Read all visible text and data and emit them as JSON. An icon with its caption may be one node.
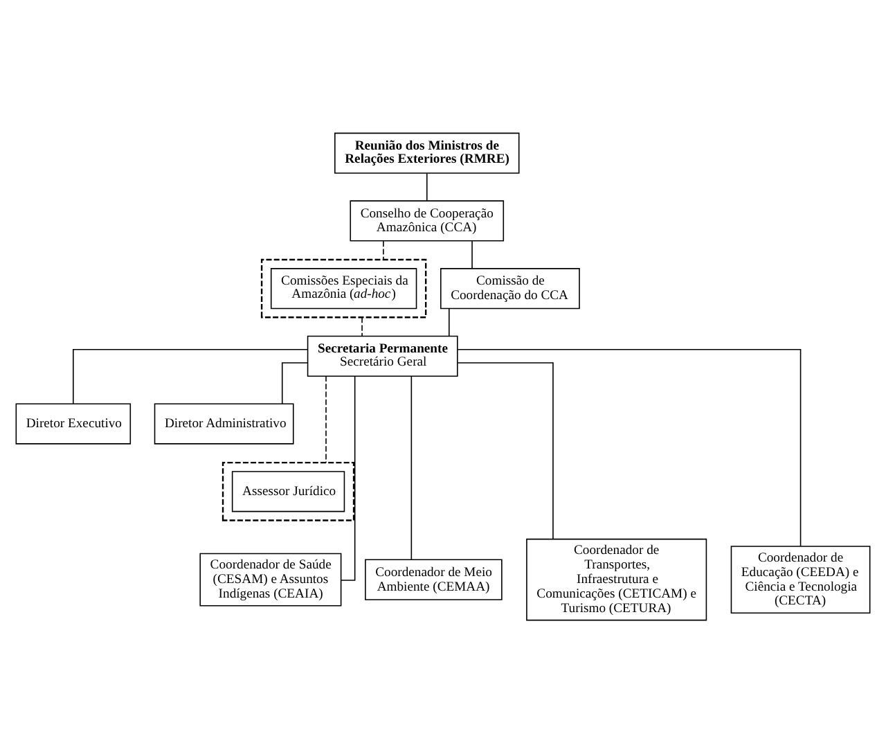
{
  "diagram": {
    "nodes": [
      {
        "text": [
          "Reunião dos Ministros de Relações Exteriores (RMRE)"
        ]
      },
      {
        "text": [],
        "shape": "box"
      },
      {
        "text": [
          "Comissões Especiais da Amazônia (*ad-hoc*)"
        ],
        "in": 1
      },
      {
        "text": [
          "Conselho de Cooperação Amazônica (CCA)"
        ]
      },
      {
        "text": [
          "Comissão de Coordenação do CCA"
        ]
      },
      {
        "text": [
          "Secretaria Permanente",
          "Secretário Geral"
        ]
      },
      {
        "text": [
          "Diretor Executivo"
        ]
      },
      {
        "text": [
          "Diretor Administrativo"
        ]
      },
      {
        "text": [],
        "shape": "box"
      },
      {
        "text": [
          "Assessor Jurídico"
        ],
        "in": 8
      },
      {
        "text": [
          "Coordenador de Saúde (CESAM) e Assuntos Indígenas (CEAIA)"
        ]
      },
      {
        "text": [
          "Coordenador de Meio Ambiente (CEMAA)"
        ]
      },
      {
        "text": [
          "Coordenador de Transportes, Infraestrutura e Comunicações (CETICAM) e Turismo (CETURA)"
        ]
      },
      {
        "text": [
          "Coordenador de Educação (CEEDA) e Ciência e Tecnologia (CECTA)"
        ]
      }
    ],
    "edges": [
      {
        "from": 0,
        "to": 3,
        "arrow": "none"
      },
      {
        "from": 3,
        "to": 1,
        "arrow": "none",
        "style": "dashed"
      },
      {
        "from": 3,
        "to": 4,
        "arrow": "none"
      },
      {
        "from": 1,
        "to": 5,
        "arrow": "none",
        "style": "dashed"
      },
      {
        "from": 4,
        "to": 5,
        "arrow": "none"
      },
      {
        "from": 5,
        "to": 6,
        "arrow": "none"
      },
      {
        "from": 5,
        "to": 7,
        "arrow": "none"
      },
      {
        "from": 5,
        "to": 8,
        "arrow": "none",
        "style": "dashed"
      },
      {
        "from": 5,
        "to": 10,
        "arrow": "none"
      },
      {
        "from": 5,
        "to": 11,
        "arrow": "none"
      },
      {
        "from": 5,
        "to": 12,
        "arrow": "none"
      },
      {
        "from": 5,
        "to": 13,
        "arrow": "none"
      }
    ]
  }
}
